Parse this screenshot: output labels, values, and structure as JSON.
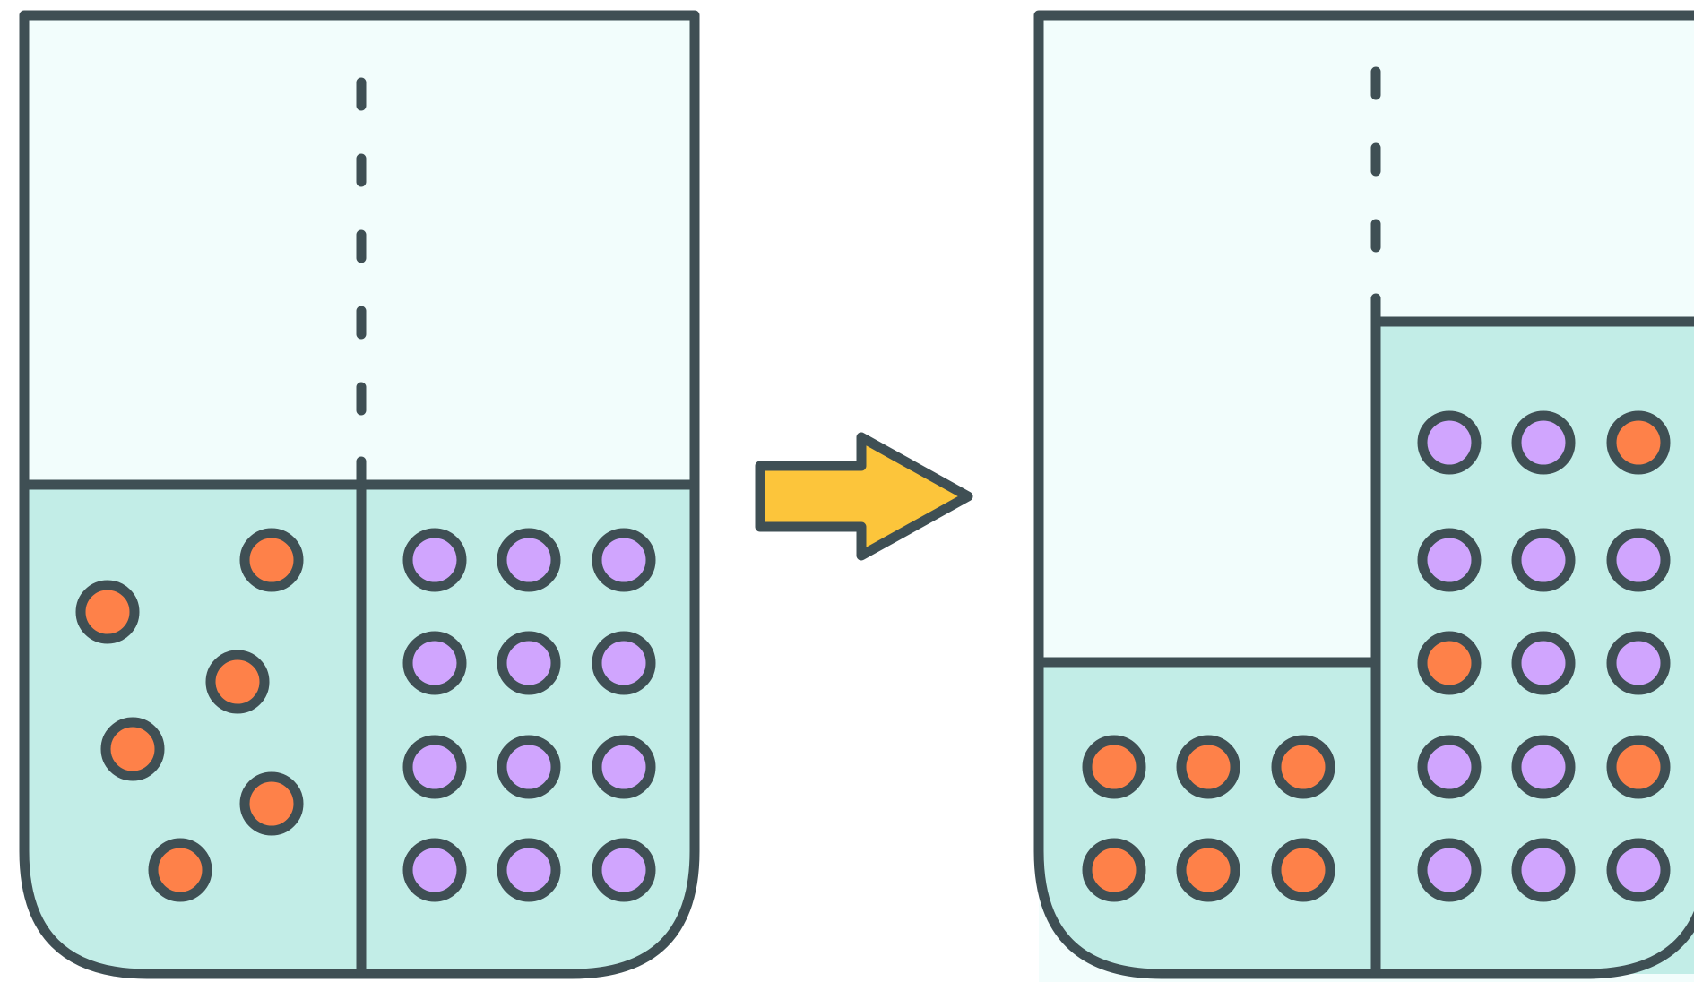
{
  "colors": {
    "background": "#ffffff",
    "outline": "#3f4f54",
    "air": "#f2fdfc",
    "liquid": "#c2ede7",
    "solute_particle": "#fe8149",
    "solvent_particle": "#d0a5fe",
    "arrow": "#fcc53b"
  },
  "before": {
    "left_compartment": {
      "particles": [
        "orange",
        "orange",
        "orange",
        "orange",
        "orange",
        "orange"
      ]
    },
    "right_compartment": {
      "particle_rows": [
        [
          "purple",
          "purple",
          "purple"
        ],
        [
          "purple",
          "purple",
          "purple"
        ],
        [
          "purple",
          "purple",
          "purple"
        ],
        [
          "purple",
          "purple",
          "purple"
        ]
      ]
    }
  },
  "after": {
    "left_compartment": {
      "particle_rows": [
        [
          "orange",
          "orange",
          "orange"
        ],
        [
          "orange",
          "orange",
          "orange"
        ]
      ]
    },
    "right_compartment": {
      "particle_rows": [
        [
          "purple",
          "purple",
          "orange"
        ],
        [
          "purple",
          "purple",
          "purple"
        ],
        [
          "orange",
          "purple",
          "purple"
        ],
        [
          "purple",
          "purple",
          "orange"
        ],
        [
          "purple",
          "purple",
          "purple"
        ]
      ]
    }
  },
  "arrow": {
    "icon": "right-arrow-icon",
    "direction": "right"
  }
}
